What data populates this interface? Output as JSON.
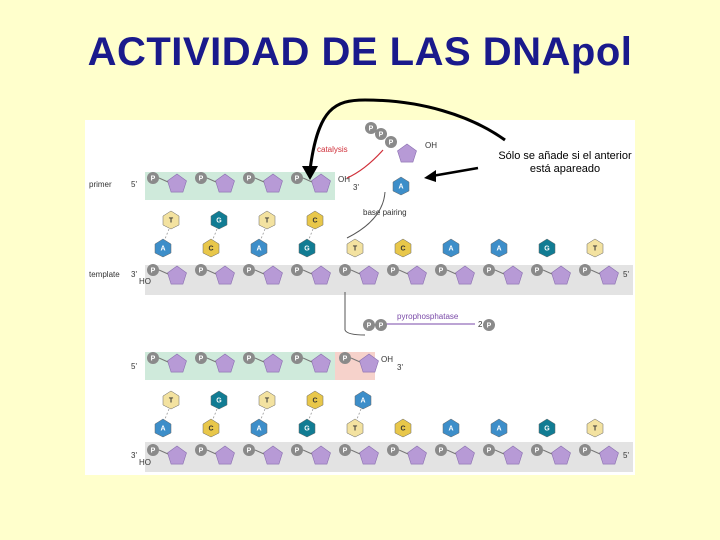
{
  "title": "ACTIVIDAD DE LAS DNApol",
  "note": {
    "line1": "Sólo se añade si el anterior",
    "line2": "está apareado"
  },
  "figure": {
    "labels": {
      "primer": "primer",
      "template": "template",
      "five_prime": "5'",
      "three_prime": "3'",
      "oh": "OH",
      "ho": "HO",
      "catalysis": "catalysis",
      "base_pairing": "base pairing",
      "pyrophosphatase": "pyrophosphatase",
      "two_p": "2",
      "p": "P"
    },
    "top": {
      "primer_bases": [
        "T",
        "G",
        "T",
        "C"
      ],
      "template_bases": [
        "A",
        "C",
        "A",
        "G",
        "T",
        "C",
        "A",
        "A",
        "G",
        "T"
      ],
      "incoming_base": "A"
    },
    "bottom": {
      "primer_bases": [
        "T",
        "G",
        "T",
        "C",
        "A"
      ],
      "template_bases": [
        "A",
        "C",
        "A",
        "G",
        "T",
        "C",
        "A",
        "A",
        "G",
        "T"
      ]
    },
    "colors": {
      "A": "#3d8ec9",
      "G": "#117c93",
      "C": "#e8c74a",
      "T": "#f3e2a0",
      "sugar": "#b79ad6",
      "phosphate": "#8a8a8a",
      "primer_band": "#cfeadb",
      "template_band": "#e3e3e3",
      "new_p_band": "#f6d2cb"
    }
  }
}
